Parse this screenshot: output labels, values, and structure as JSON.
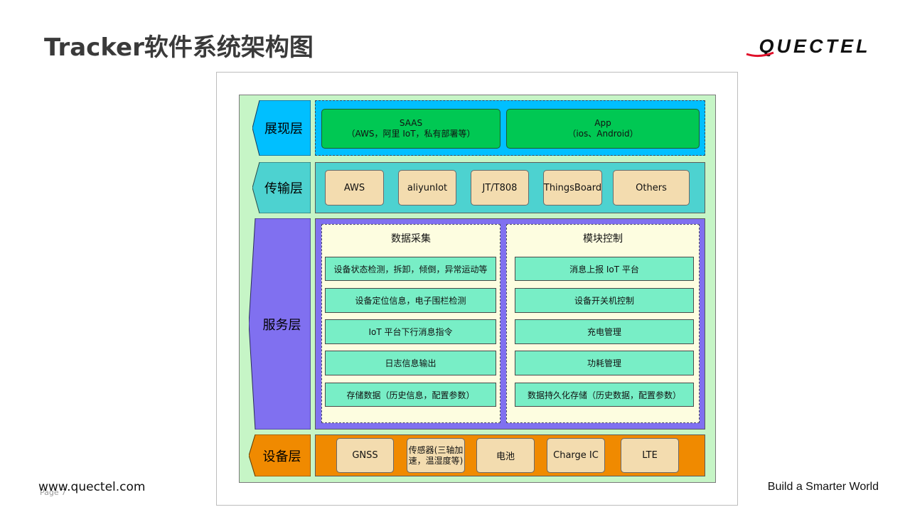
{
  "header": {
    "title": "Tracker软件系统架构图",
    "logo_text": "QUECTEL"
  },
  "footer": {
    "url": "www.quectel.com",
    "page": "Page 7",
    "slogan": "Build a Smarter World"
  },
  "colors": {
    "presentation": "#00bfff",
    "transport": "#4dd2d0",
    "service": "#8070f0",
    "device": "#f08a00",
    "saas_app": "#00c853",
    "module": "#f3dcaf",
    "service_item": "#78eec6",
    "panel": "#fdfde0",
    "background": "#c6f5c6"
  },
  "layers": {
    "presentation": {
      "label": "展现层",
      "items": [
        {
          "line1": "SAAS",
          "line2": "（AWS，阿里 IoT，私有部署等）"
        },
        {
          "line1": "App",
          "line2": "（ios、Android）"
        }
      ]
    },
    "transport": {
      "label": "传输层",
      "items": [
        "AWS",
        "aliyunIot",
        "JT/T808",
        "ThingsBoard",
        "Others"
      ]
    },
    "service": {
      "label": "服务层",
      "data_collection": {
        "title": "数据采集",
        "items": [
          "设备状态检测，拆卸，倾倒，异常运动等",
          "设备定位信息，电子围栏检测",
          "IoT 平台下行消息指令",
          "日志信息输出",
          "存储数据（历史信息，配置参数）"
        ]
      },
      "module_control": {
        "title": "模块控制",
        "items": [
          "消息上报 IoT 平台",
          "设备开关机控制",
          "充电管理",
          "功耗管理",
          "数据持久化存储（历史数据，配置参数）"
        ]
      }
    },
    "device": {
      "label": "设备层",
      "items": [
        {
          "line1": "GNSS",
          "line2": ""
        },
        {
          "line1": "传感器(三轴加",
          "line2": "速，温湿度等)"
        },
        {
          "line1": "电池",
          "line2": ""
        },
        {
          "line1": "Charge IC",
          "line2": ""
        },
        {
          "line1": "LTE",
          "line2": ""
        }
      ]
    }
  }
}
